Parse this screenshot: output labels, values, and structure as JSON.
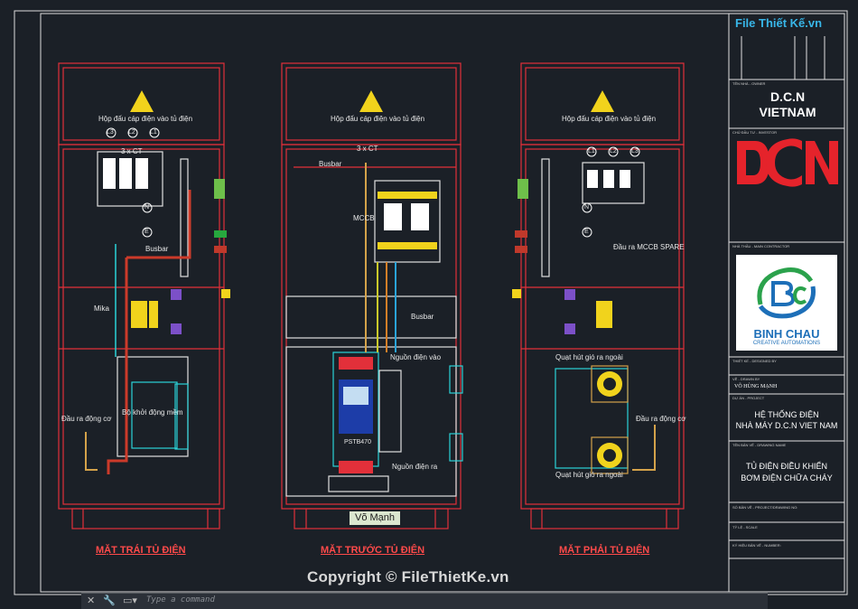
{
  "watermark": {
    "site_top": "File Thiết Kế.vn",
    "copyright": "Copyright © FileThietKe.vn"
  },
  "author_tag": "Võ Mạnh",
  "views": {
    "left": {
      "title": "MẶT TRÁI TỦ ĐIỆN",
      "cable_box": "Hộp đấu cáp điện vào tủ điện",
      "phases": [
        "L3",
        "L2",
        "L1"
      ],
      "ct": "3 x CT",
      "neutral": "N",
      "earth": "E",
      "busbar": "Busbar",
      "mika": "Mika",
      "soft_starter": "Bộ khởi động mềm",
      "motor_out": "Đầu ra động cơ"
    },
    "front": {
      "title": "MẶT TRƯỚC TỦ ĐIỆN",
      "cable_box": "Hộp đấu cáp điện vào tủ điện",
      "ct": "3 x CT",
      "busbar_top": "Busbar",
      "mccb": "MCCB",
      "busbar_mid": "Busbar",
      "power_in": "Nguồn điện vào",
      "power_out": "Nguồn điện ra",
      "device": "PSTB470"
    },
    "right": {
      "title": "MẶT PHẢI TỦ ĐIỆN",
      "cable_box": "Hộp đấu cáp điện vào tủ điện",
      "phases": [
        "L1",
        "L2",
        "L3"
      ],
      "neutral": "N",
      "earth": "E",
      "mccb_spare": "Đầu ra MCCB SPARE",
      "fan_top": "Quạt hút gió ra ngoài",
      "fan_bottom": "Quạt hút gió ra ngoài",
      "motor_out": "Đầu ra động cơ"
    }
  },
  "title_block": {
    "owner_label": "TÊN NHÀ - OWNER",
    "owner": "D.C.N\nVIETNAM",
    "consultant_label": "CHỦ ĐẦU TƯ - INVESTOR",
    "contractor_label": "NHÀ THẦU - MAIN CONTRACTOR",
    "company_name": "BINH CHAU",
    "company_tagline": "CREATIVE AUTOMATIONS",
    "designer_label": "THIẾT KẾ - DESIGNED BY",
    "drawn_label": "VẼ - DRAWN BY",
    "drawn_by": "VÕ HÙNG MẠNH",
    "project_label": "DỰ ÁN - PROJECT",
    "project": "HỆ THỐNG ĐIỆN\nNHÀ MÁY D.C.N VIET NAM",
    "drawing_label": "TÊN BẢN VẼ - DRAWING NAME",
    "drawing": "TỦ ĐIỆN ĐIỀU KHIỂN\nBƠM ĐIỆN CHỮA CHÁY",
    "number_label": "SỐ BẢN VẼ - PROJECT/DRAWING NO:",
    "scale_label": "TỶ LỆ - SCALE",
    "sheet_label": "KÝ HIỆU BẢN VẼ - NUMBER:"
  },
  "command_line": {
    "placeholder": "Type a command"
  },
  "colors": {
    "frame": "#e2303a",
    "background": "#1b2027",
    "cyan": "#2ad3d8",
    "yellow": "#f1d31c",
    "red_brand": "#e5232b"
  }
}
